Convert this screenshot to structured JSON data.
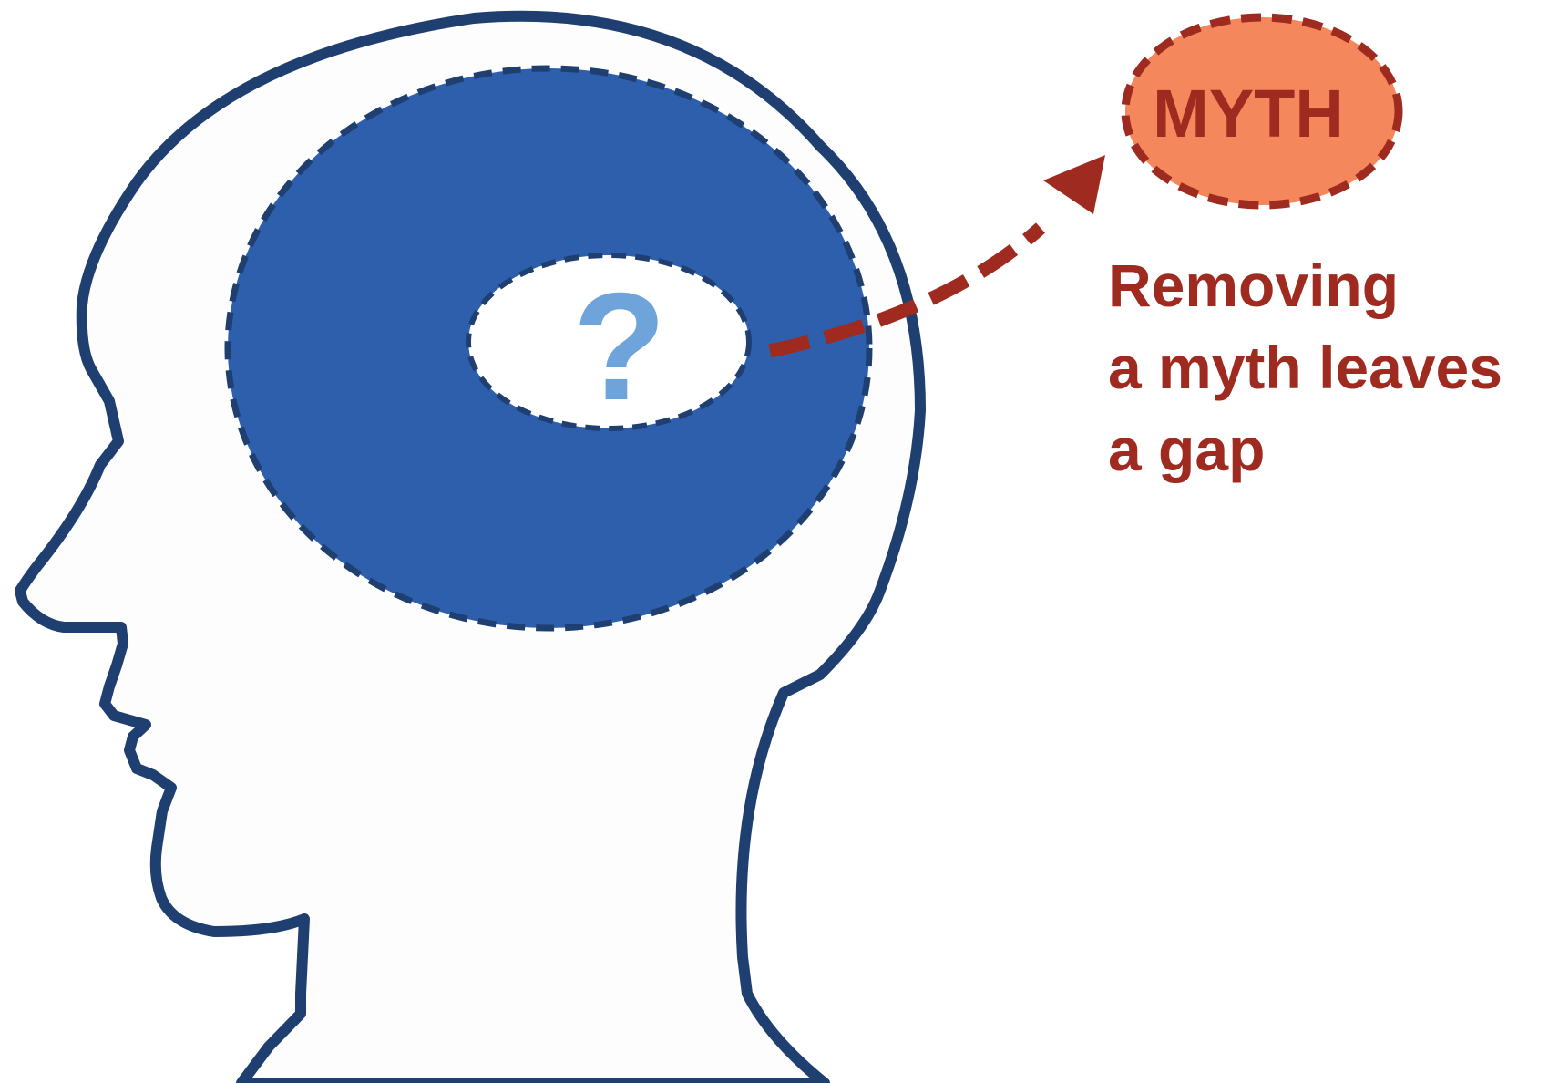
{
  "diagram": {
    "myth_label": "MYTH",
    "gap_symbol": "?",
    "caption_lines": [
      "Removing",
      "a myth leaves",
      "a gap"
    ]
  },
  "colors": {
    "head_outline": "#1f3f70",
    "head_fill": "#fdfdfd",
    "brain_fill": "#2e5fad",
    "brain_border": "#1f3f70",
    "gap_fill": "#ffffff",
    "question_mark": "#6fa4da",
    "myth_fill": "#f4875b",
    "myth_border": "#9e2a20",
    "arrow": "#9e2a20",
    "caption_text": "#9e2a20"
  }
}
